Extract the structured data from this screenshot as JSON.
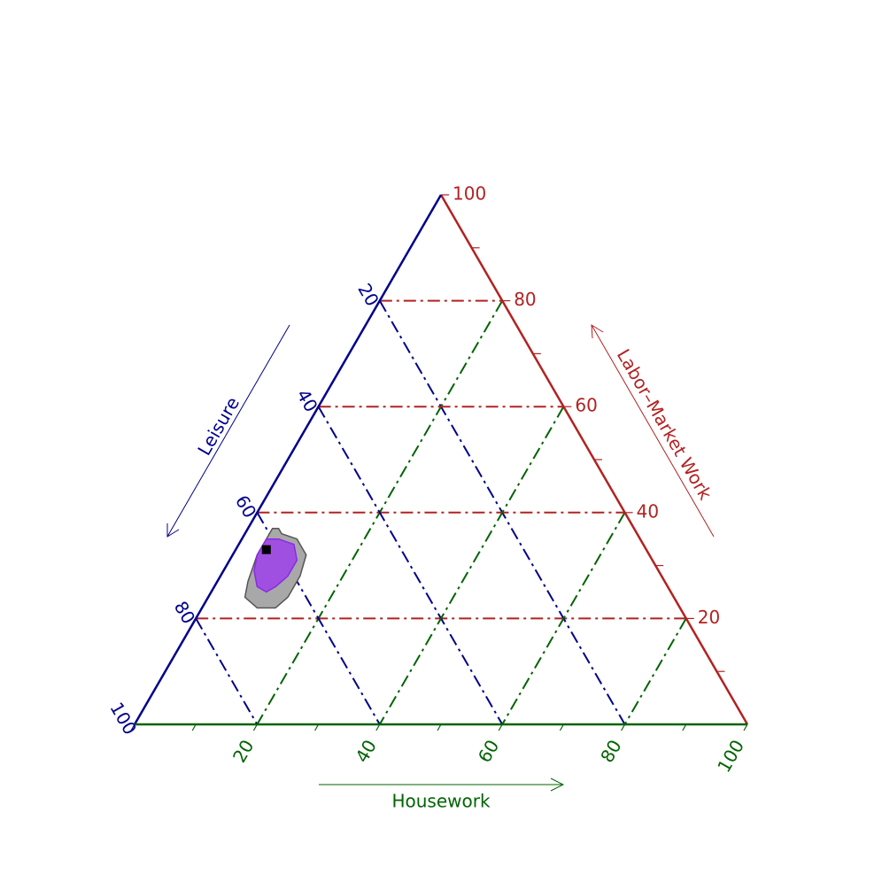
{
  "chart_data": {
    "type": "ternary",
    "axes": {
      "top": {
        "label": "Labor–Market Work",
        "color": "#b22222",
        "ticks": [
          "20",
          "40",
          "60",
          "80",
          "100"
        ]
      },
      "left": {
        "label": "Leisure",
        "color": "#00008b",
        "ticks": [
          "20",
          "40",
          "60",
          "80",
          "100"
        ]
      },
      "right": {
        "label": "Housework",
        "color": "#006400",
        "ticks": [
          "20",
          "40",
          "60",
          "80",
          "100"
        ]
      }
    },
    "grid": true,
    "gridlines": [
      20,
      40,
      60,
      80
    ],
    "point": {
      "labor": 33,
      "leisure": 62,
      "housework": 5
    },
    "regions": [
      {
        "fill": "#a8a8a8",
        "stroke": "#555555",
        "points": [
          [
            37,
            58,
            5
          ],
          [
            36,
            58,
            6
          ],
          [
            35,
            56,
            9
          ],
          [
            32,
            56,
            12
          ],
          [
            28,
            59,
            13
          ],
          [
            24,
            63,
            13
          ],
          [
            22,
            66,
            12
          ],
          [
            22,
            69,
            9
          ],
          [
            24,
            70,
            6
          ],
          [
            27,
            68,
            5
          ],
          [
            32,
            64,
            4
          ],
          [
            37,
            59,
            4
          ]
        ]
      },
      {
        "fill": "#a050e0",
        "stroke": "#8a2be2",
        "points": [
          [
            35,
            59,
            6
          ],
          [
            34,
            57,
            9
          ],
          [
            31,
            58,
            11
          ],
          [
            28,
            61,
            11
          ],
          [
            26,
            64,
            10
          ],
          [
            25,
            66,
            9
          ],
          [
            26,
            67,
            7
          ],
          [
            29,
            66,
            5
          ],
          [
            32,
            64,
            4
          ],
          [
            35,
            61,
            4
          ]
        ]
      }
    ]
  }
}
